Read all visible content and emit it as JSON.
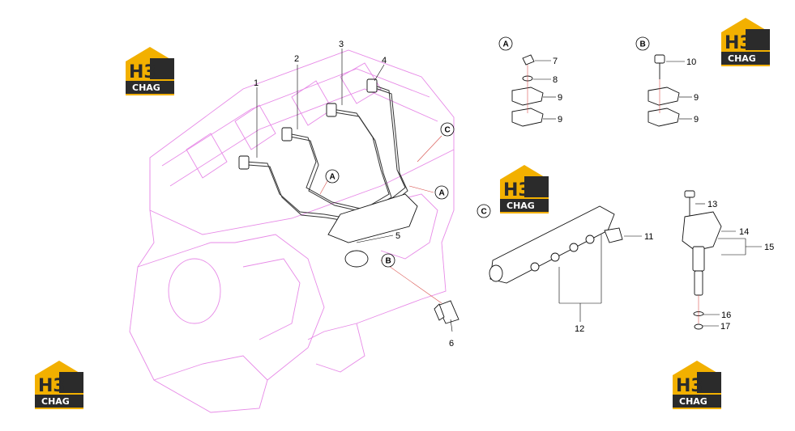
{
  "logo": {
    "letters": "H3",
    "caption": "CHAG",
    "colors": {
      "gold": "#f2b000",
      "dark": "#2b2b2b"
    }
  },
  "callouts": [
    "1",
    "2",
    "3",
    "4",
    "5",
    "6",
    "7",
    "8",
    "9",
    "9",
    "10",
    "9",
    "9",
    "11",
    "12",
    "13",
    "14",
    "15",
    "16",
    "17"
  ],
  "detail_labels": {
    "a": "A",
    "b": "B",
    "c": "C"
  },
  "colors": {
    "engine_outline": "#e78ae7",
    "leader_accent": "#d9534f"
  }
}
